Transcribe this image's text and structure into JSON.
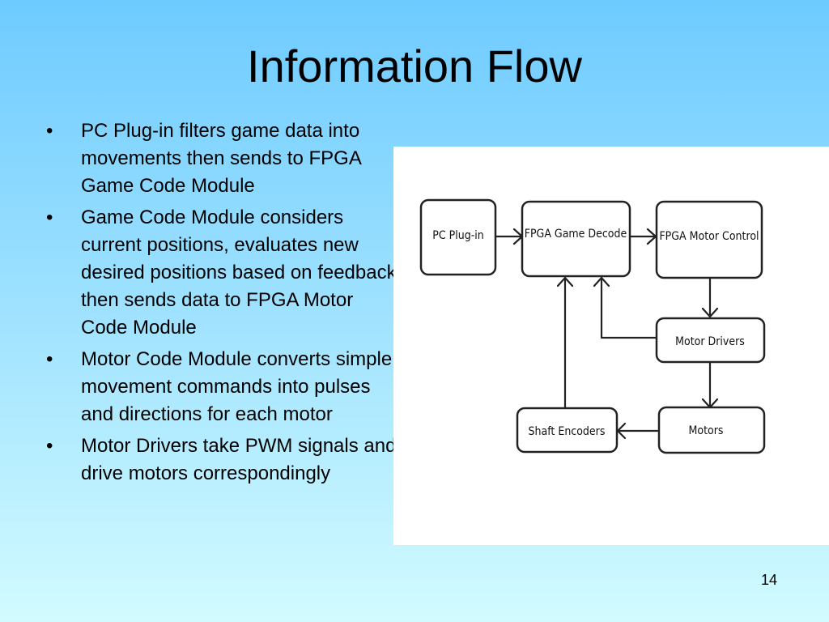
{
  "slide": {
    "title": "Information Flow",
    "page_number": "14"
  },
  "bullets": [
    "PC Plug-in filters game data into movements then sends to FPGA Game Code Module",
    "Game Code Module considers current positions, evaluates new desired positions based on feedback, then sends data to FPGA Motor Code Module",
    "Motor Code Module converts simple movement commands into pulses and directions for each motor",
    "Motor Drivers take PWM signals and drive motors correspondingly"
  ],
  "diagram": {
    "nodes": [
      {
        "id": "pc_plugin",
        "label": "PC Plug-in"
      },
      {
        "id": "fpga_game_decode",
        "label": "FPGA Game Decode"
      },
      {
        "id": "fpga_motor_control",
        "label": "FPGA Motor Control"
      },
      {
        "id": "motor_drivers",
        "label": "Motor Drivers"
      },
      {
        "id": "motors",
        "label": "Motors"
      },
      {
        "id": "shaft_encoders",
        "label": "Shaft Encoders"
      }
    ],
    "edges": [
      {
        "from": "pc_plugin",
        "to": "fpga_game_decode"
      },
      {
        "from": "fpga_game_decode",
        "to": "fpga_motor_control"
      },
      {
        "from": "fpga_motor_control",
        "to": "motor_drivers"
      },
      {
        "from": "motor_drivers",
        "to": "motors"
      },
      {
        "from": "motors",
        "to": "shaft_encoders"
      },
      {
        "from": "shaft_encoders",
        "to": "fpga_game_decode"
      },
      {
        "from": "motor_drivers",
        "to": "fpga_game_decode"
      }
    ]
  }
}
